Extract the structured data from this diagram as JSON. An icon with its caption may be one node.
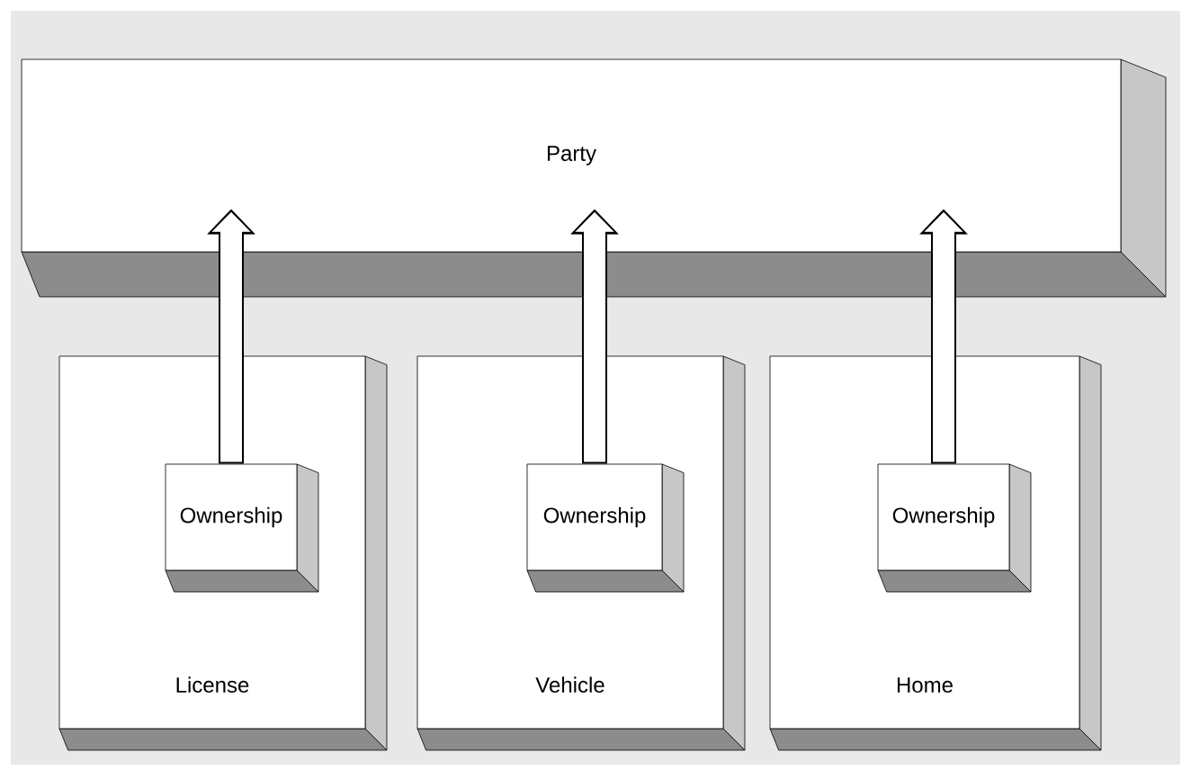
{
  "diagram": {
    "nodes": [
      {
        "text": [
          "Party"
        ]
      },
      {
        "text": [
          "License"
        ]
      },
      {
        "text": [
          "Ownership"
        ],
        "in": 1
      },
      {
        "text": [
          "Vehicle"
        ]
      },
      {
        "text": [
          "Ownership"
        ],
        "in": 3
      },
      {
        "text": [
          "Home"
        ]
      },
      {
        "text": [
          "Ownership"
        ],
        "in": 5
      }
    ],
    "edges": [
      {
        "from": 2,
        "to": 0,
        "arrow": "to"
      },
      {
        "from": 4,
        "to": 0,
        "arrow": "to"
      },
      {
        "from": 6,
        "to": 0,
        "arrow": "to"
      }
    ]
  }
}
